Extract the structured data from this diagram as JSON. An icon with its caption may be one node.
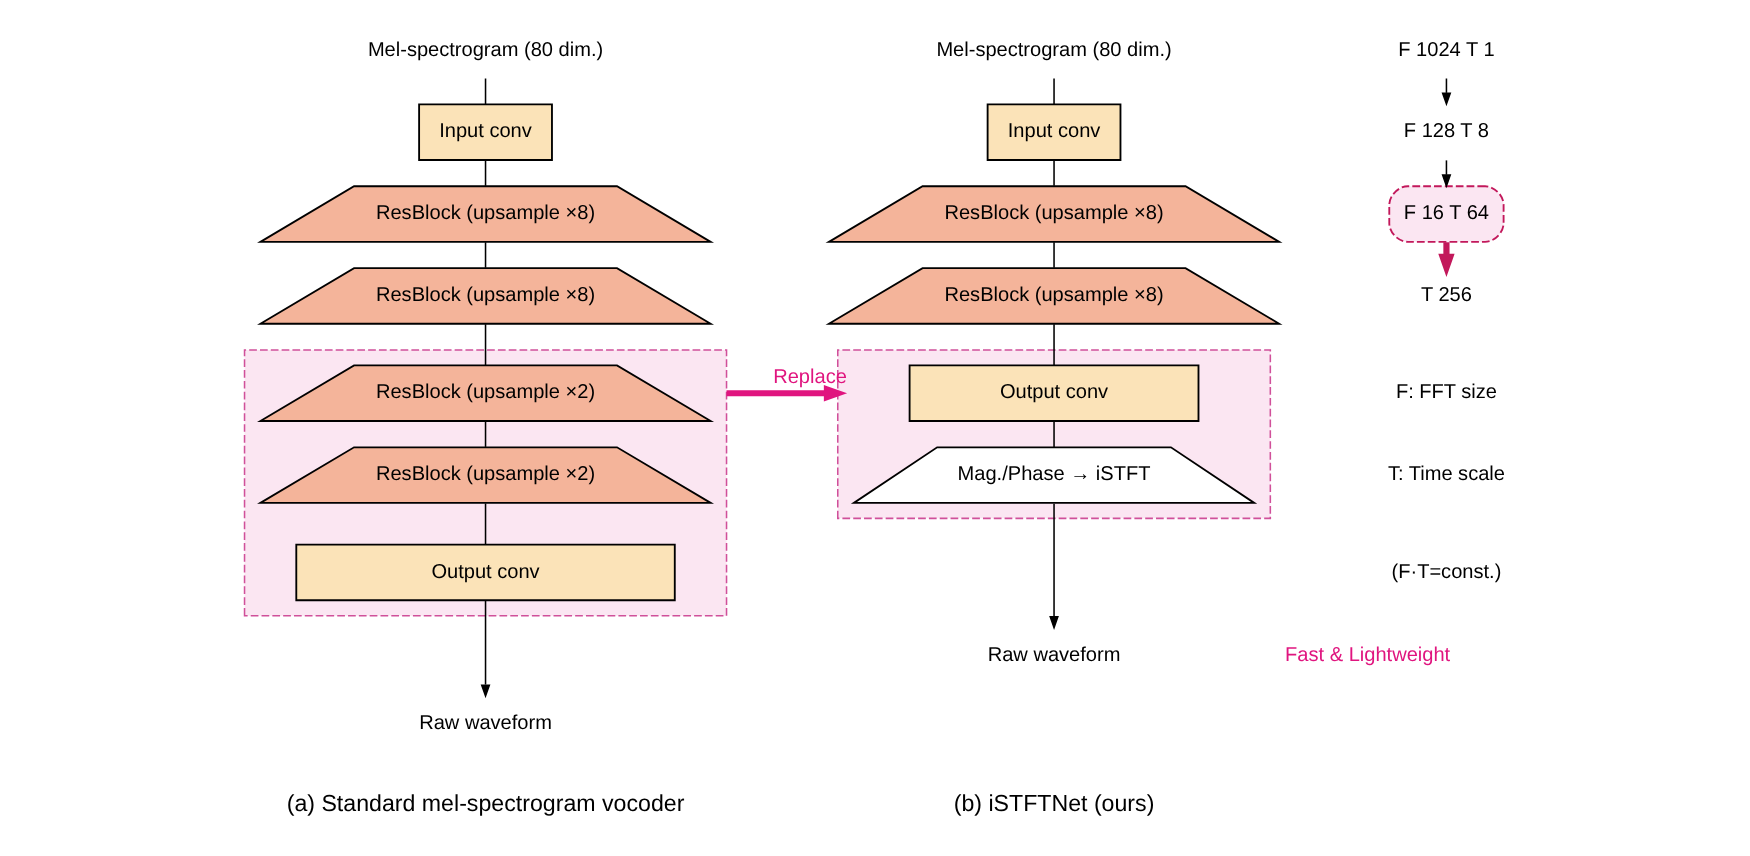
{
  "diagram": {
    "nodes": [
      {
        "text": [
          "Mel-spectrogram (80 dim.)"
        ]
      },
      {
        "text": [
          "Input conv"
        ]
      },
      {
        "text": [
          "ResBlock (upsample ×8)"
        ]
      },
      {
        "text": [
          "ResBlock (upsample ×8)"
        ]
      },
      {
        "text": [],
        "shape": "box"
      },
      {
        "text": [
          "ResBlock (upsample ×2)"
        ],
        "in": 4
      },
      {
        "text": [
          "ResBlock (upsample ×2)"
        ],
        "in": 4
      },
      {
        "text": [
          "Output conv"
        ],
        "in": 4
      },
      {
        "text": [
          "Raw waveform"
        ]
      },
      {
        "text": [
          "Mel-spectrogram (80 dim.)"
        ]
      },
      {
        "text": [
          "Input conv"
        ]
      },
      {
        "text": [
          "ResBlock (upsample ×8)"
        ]
      },
      {
        "text": [
          "ResBlock (upsample ×8)"
        ]
      },
      {
        "text": [],
        "shape": "box"
      },
      {
        "text": [
          "Output conv"
        ],
        "in": 13
      },
      {
        "text": [
          "Mag./Phase → iSTFT"
        ],
        "in": 13
      },
      {
        "text": [
          "Raw waveform"
        ]
      },
      {
        "text": [
          "F 1024 T 1"
        ]
      },
      {
        "text": [
          "F 128 T 8"
        ]
      },
      {
        "text": [
          "F 16 T 64"
        ]
      },
      {
        "text": [
          "T 256"
        ]
      }
    ],
    "edges": [
      {
        "from": 0,
        "to": 1,
        "arrow": "none"
      },
      {
        "from": 1,
        "to": 2,
        "arrow": "none"
      },
      {
        "from": 2,
        "to": 3,
        "arrow": "none"
      },
      {
        "from": 3,
        "to": 5,
        "arrow": "none"
      },
      {
        "from": 5,
        "to": 6,
        "arrow": "none"
      },
      {
        "from": 6,
        "to": 7,
        "arrow": "none"
      },
      {
        "from": 7,
        "to": 8,
        "arrow": "to"
      },
      {
        "from": 4,
        "to": 13,
        "arrow": "to",
        "label": "Replace",
        "style": "thick",
        "color": "#e0157f"
      },
      {
        "from": 9,
        "to": 10,
        "arrow": "none"
      },
      {
        "from": 10,
        "to": 11,
        "arrow": "none"
      },
      {
        "from": 11,
        "to": 12,
        "arrow": "none"
      },
      {
        "from": 12,
        "to": 14,
        "arrow": "none"
      },
      {
        "from": 14,
        "to": 15,
        "arrow": "none"
      },
      {
        "from": 15,
        "to": 16,
        "arrow": "to"
      },
      {
        "from": 17,
        "to": 18,
        "arrow": "to"
      },
      {
        "from": 18,
        "to": 19,
        "arrow": "to"
      },
      {
        "from": 19,
        "to": 20,
        "arrow": "to",
        "style": "thick",
        "color": "#c2185b"
      }
    ],
    "labels": [
      "Fast & Lightweight",
      "F: FFT size",
      "T: Time scale",
      "(F·T=const.)",
      "(a) Standard mel-spectrogram vocoder",
      "(b) iSTFTNet (ours)"
    ]
  }
}
